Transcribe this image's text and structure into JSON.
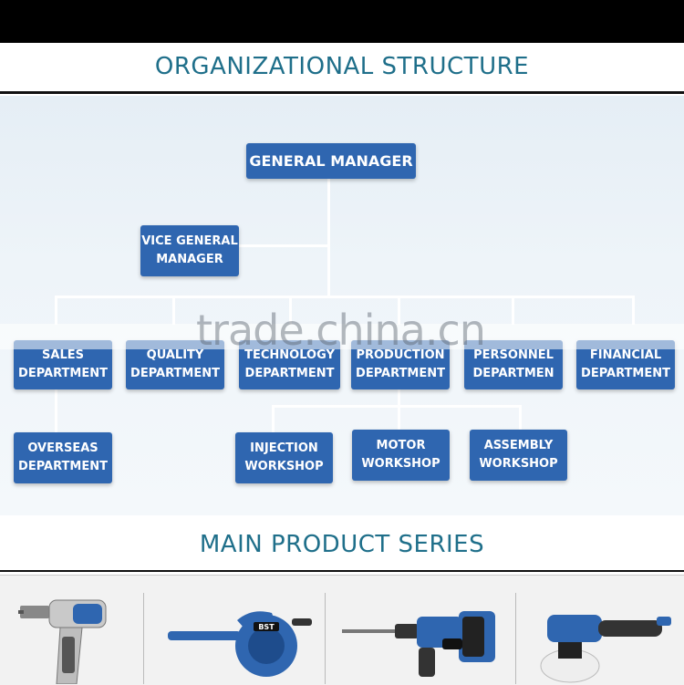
{
  "header": {
    "title": "ORGANIZATIONAL STRUCTURE"
  },
  "org": {
    "general_manager": "GENERAL MANAGER",
    "vice_general_manager": "VICE GENERAL\nMANAGER",
    "departments": [
      "SALES\nDEPARTMENT",
      "QUALITY\nDEPARTMENT",
      "TECHNOLOGY\nDEPARTMENT",
      "PRODUCTION\nDEPARTMENT",
      "PERSONNEL\nDEPARTMEN",
      "FINANCIAL\nDEPARTMENT"
    ],
    "overseas": "OVERSEAS\nDEPARTMENT",
    "workshops": [
      "INJECTION\nWORKSHOP",
      "MOTOR\nWORKSHOP",
      "ASSEMBLY\nWORKSHOP"
    ]
  },
  "watermark": "trade.china.cn",
  "products": {
    "title": "MAIN PRODUCT SERIES",
    "items": [
      {
        "icon": "impact-drill-icon"
      },
      {
        "icon": "blower-icon",
        "brand": "BST"
      },
      {
        "icon": "rotary-hammer-icon"
      },
      {
        "icon": "polisher-icon"
      }
    ]
  },
  "colors": {
    "box": "#2f66b0",
    "header_text": "#1f6f8a",
    "panel": "#e9f1f7"
  }
}
